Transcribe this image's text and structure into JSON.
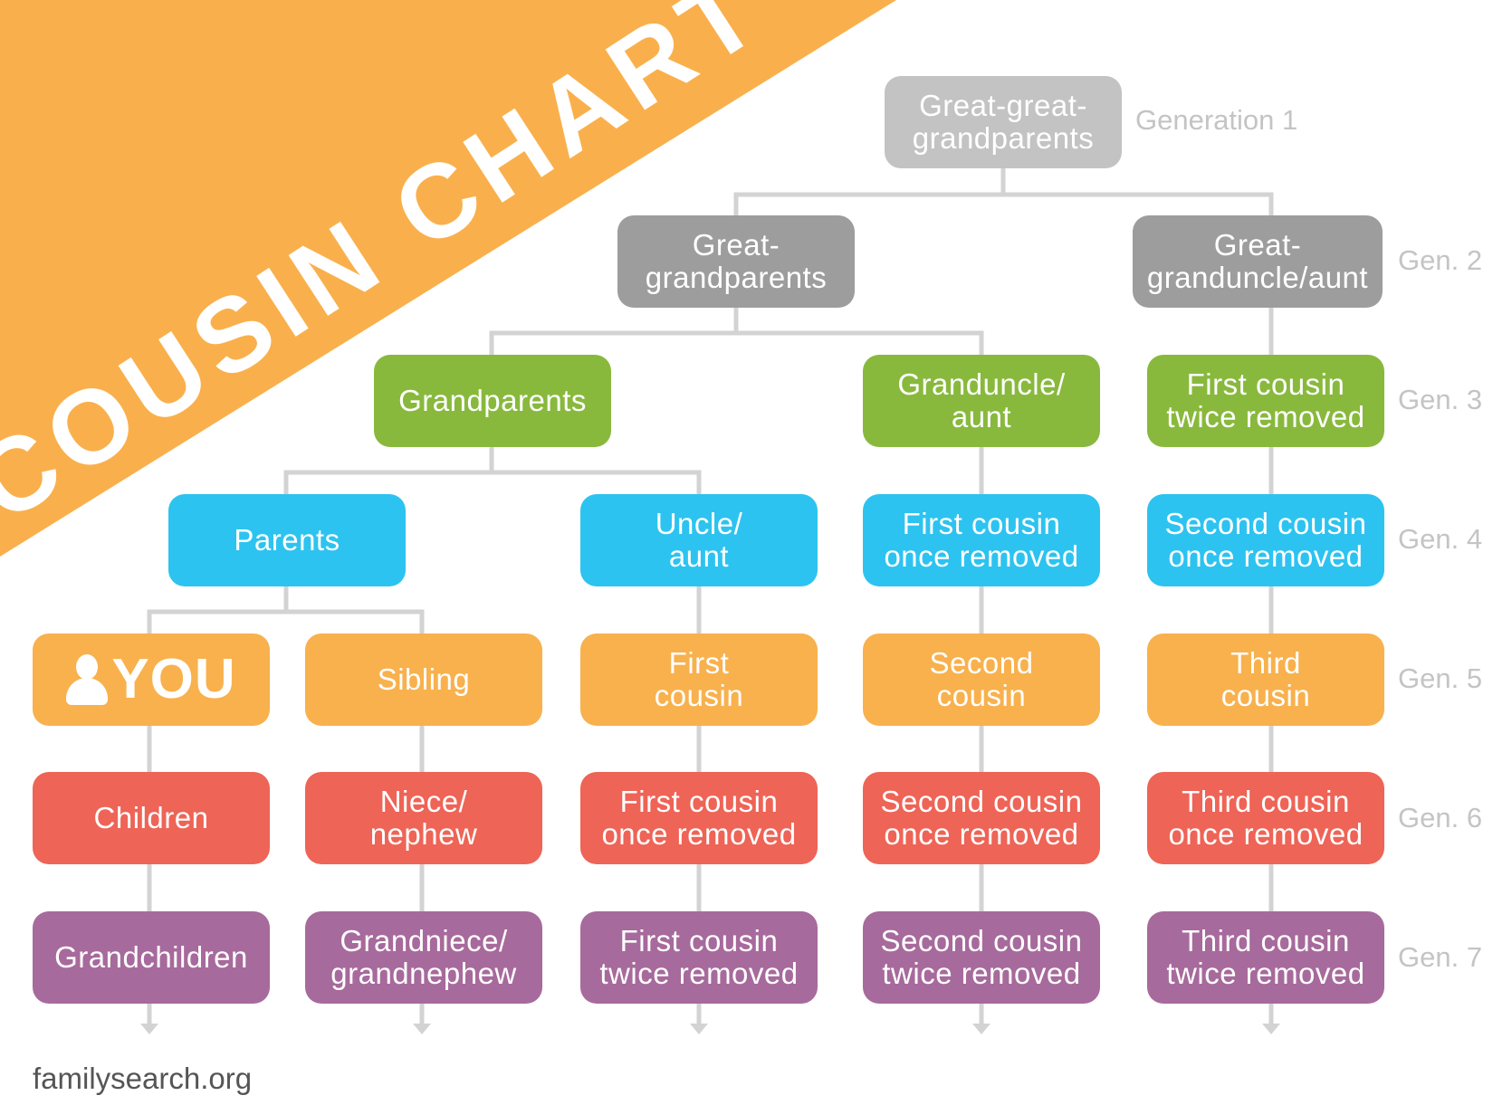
{
  "title": "COUSIN CHART",
  "footer": "familysearch.org",
  "colors": {
    "banner": "#f9b04c",
    "connector": "#d3d3d3",
    "generation_1": "#c3c3c3",
    "generation_2": "#9d9d9e",
    "generation_3": "#88b93d",
    "generation_4": "#2dc3f0",
    "generation_5": "#f8b14d",
    "generation_6": "#ee6456",
    "generation_7": "#a76a9c",
    "gen_label": "#c4c4c4"
  },
  "generation_labels": [
    "Generation 1",
    "Gen. 2",
    "Gen. 3",
    "Gen. 4",
    "Gen. 5",
    "Gen. 6",
    "Gen. 7"
  ],
  "nodes": {
    "great_great_grandparents": [
      "Great-great-",
      "grandparents"
    ],
    "great_grandparents": [
      "Great-",
      "grandparents"
    ],
    "great_granduncle_aunt": [
      "Great-",
      "granduncle/aunt"
    ],
    "grandparents": [
      "Grandparents"
    ],
    "granduncle_aunt": [
      "Granduncle/",
      "aunt"
    ],
    "first_cousin_twice_removed_upper": [
      "First cousin",
      "twice removed"
    ],
    "parents": [
      "Parents"
    ],
    "uncle_aunt": [
      "Uncle/",
      "aunt"
    ],
    "first_cousin_once_removed_upper": [
      "First cousin",
      "once removed"
    ],
    "second_cousin_once_removed_upper": [
      "Second cousin",
      "once removed"
    ],
    "you": "YOU",
    "sibling": [
      "Sibling"
    ],
    "first_cousin": [
      "First",
      "cousin"
    ],
    "second_cousin": [
      "Second",
      "cousin"
    ],
    "third_cousin": [
      "Third",
      "cousin"
    ],
    "children": [
      "Children"
    ],
    "niece_nephew": [
      "Niece/",
      "nephew"
    ],
    "first_cousin_once_removed_lower": [
      "First cousin",
      "once removed"
    ],
    "second_cousin_once_removed_lower": [
      "Second cousin",
      "once removed"
    ],
    "third_cousin_once_removed": [
      "Third cousin",
      "once removed"
    ],
    "grandchildren": [
      "Grandchildren"
    ],
    "grandniece_grandnephew": [
      "Grandniece/",
      "grandnephew"
    ],
    "first_cousin_twice_removed_lower": [
      "First cousin",
      "twice removed"
    ],
    "second_cousin_twice_removed": [
      "Second cousin",
      "twice removed"
    ],
    "third_cousin_twice_removed": [
      "Third cousin",
      "twice removed"
    ]
  }
}
